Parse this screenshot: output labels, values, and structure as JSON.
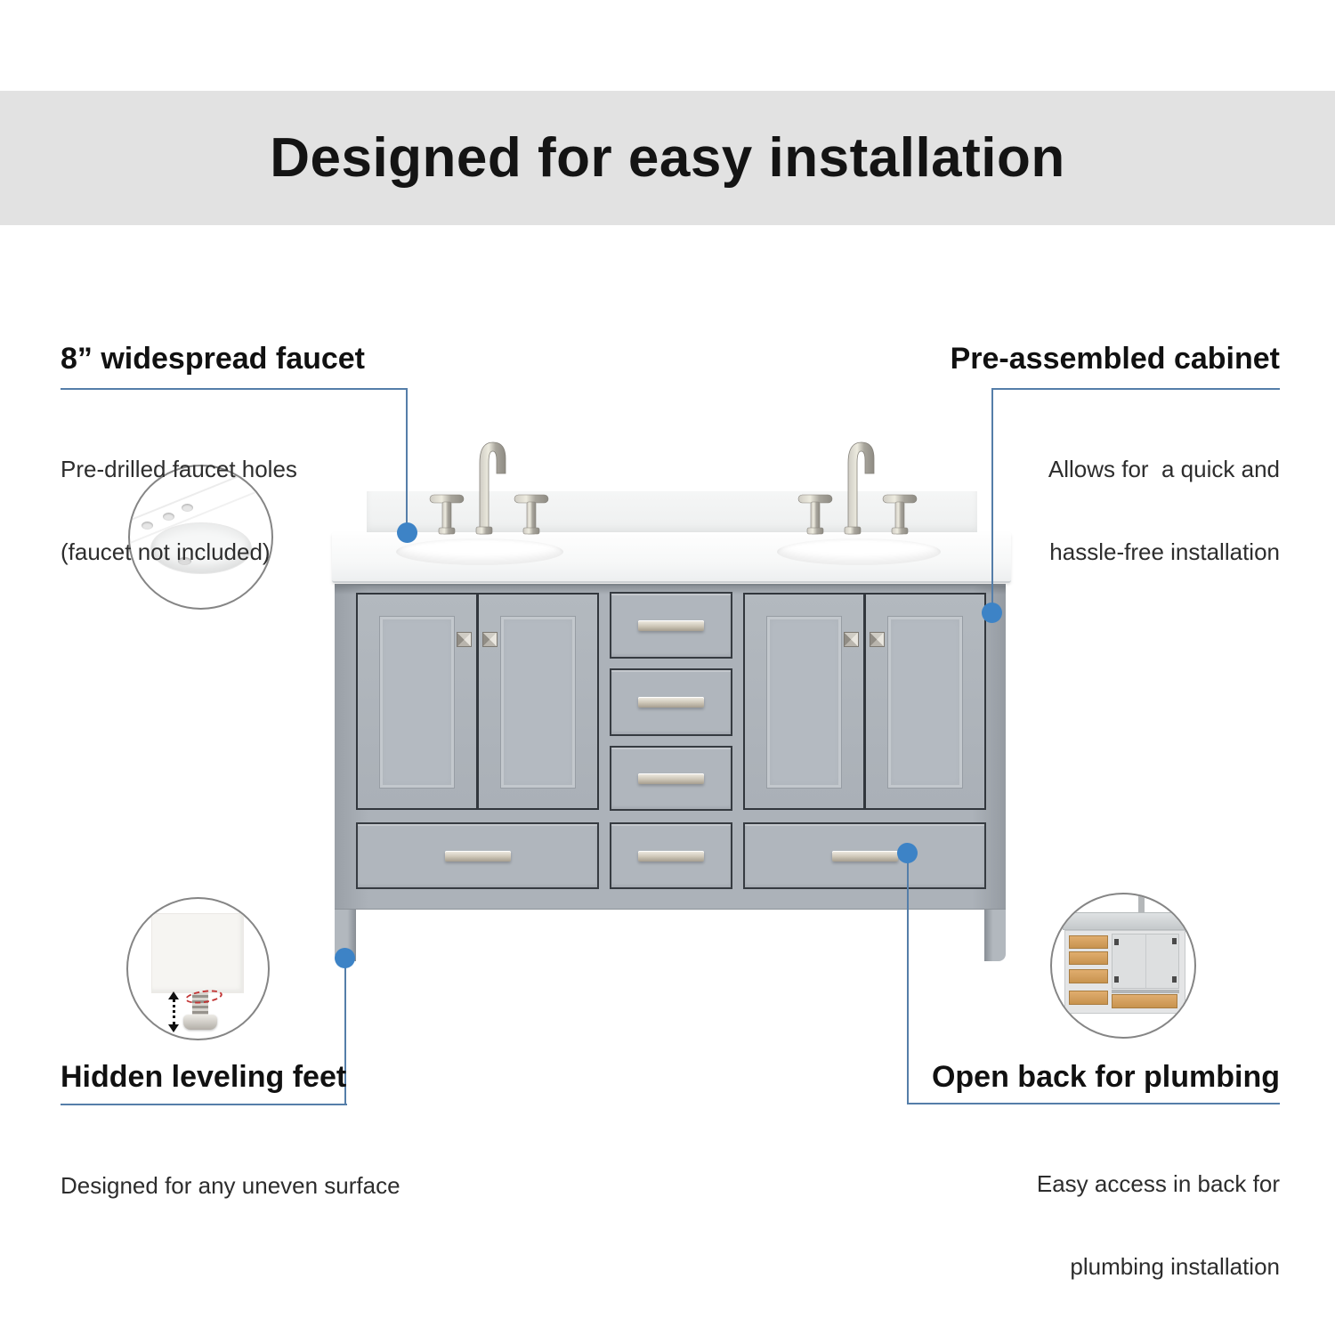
{
  "banner": {
    "title": "Designed for easy installation",
    "bg_color": "#e2e2e2"
  },
  "colors": {
    "accent_line": "#557ea9",
    "callout_dot": "#3d83c6",
    "banner_gray": "#e2e2e2",
    "cabinet_gray": "#acb2b9",
    "countertop_white": "#fbfcfc",
    "hardware_nickel": "#cdc6b7",
    "wood_tan": "#d9a76a",
    "heading_text": "#111111",
    "body_text": "#2d2d2d"
  },
  "callouts": {
    "faucet": {
      "heading": "8” widespread faucet",
      "body_lines": [
        "Pre-drilled faucet holes",
        "(faucet not included)"
      ]
    },
    "cabinet": {
      "heading": "Pre-assembled cabinet",
      "body_lines": [
        "Allows for  a quick and",
        "hassle-free installation"
      ]
    },
    "feet": {
      "heading": "Hidden leveling feet",
      "body_lines": [
        "Designed for any uneven surface"
      ]
    },
    "plumbing": {
      "heading": "Open back for plumbing",
      "body_lines": [
        "Easy access in back for",
        "plumbing installation"
      ]
    }
  },
  "insets": {
    "sink": "sink-with-predrilled-holes-image",
    "feet": "adjustable-leveling-foot-image",
    "back": "open-cabinet-back-image"
  }
}
